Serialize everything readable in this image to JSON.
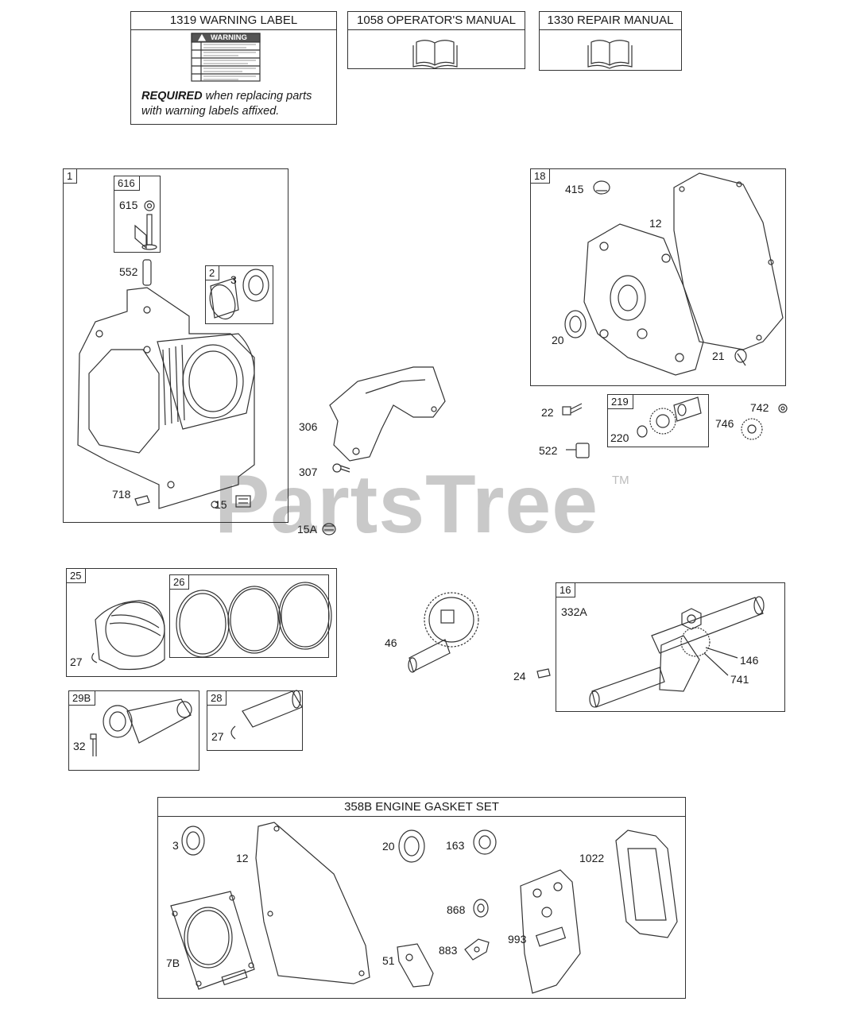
{
  "watermark": {
    "brand": "PartsTree",
    "tm": "TM"
  },
  "manuals": [
    {
      "id": "warning",
      "title": "1319 WARNING LABEL"
    },
    {
      "id": "operator",
      "title": "1058 OPERATOR'S MANUAL"
    },
    {
      "id": "repair",
      "title": "1330 REPAIR MANUAL"
    }
  ],
  "warning_label": {
    "heading": "WARNING",
    "required_bold": "REQUIRED",
    "required_rest": " when replacing parts with warning labels affixed."
  },
  "groups": {
    "g1": "1",
    "g616": "616",
    "g2": "2",
    "g18": "18",
    "g219": "219",
    "g25": "25",
    "g26": "26",
    "g16": "16",
    "g29b": "29B",
    "g28": "28"
  },
  "gasket_set": {
    "title": "358B ENGINE GASKET SET"
  },
  "callouts": {
    "c615": "615",
    "c552": "552",
    "c3": "3",
    "c718": "718",
    "c15": "15",
    "c15a": "15A",
    "c306": "306",
    "c307": "307",
    "c415": "415",
    "c12": "12",
    "c20": "20",
    "c21": "21",
    "c22": "22",
    "c220": "220",
    "c522": "522",
    "c742": "742",
    "c746": "746",
    "c27a": "27",
    "c46": "46",
    "c332a": "332A",
    "c146": "146",
    "c741": "741",
    "c24": "24",
    "c32": "32",
    "c27b": "27",
    "k3": "3",
    "k12": "12",
    "k20": "20",
    "k163": "163",
    "k1022": "1022",
    "k868": "868",
    "k883": "883",
    "k993": "993",
    "k51": "51",
    "k7b": "7B"
  }
}
